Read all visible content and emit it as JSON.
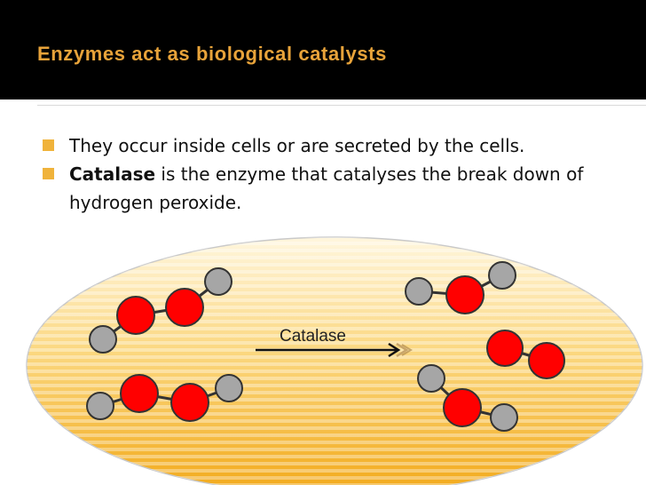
{
  "slide": {
    "title": "Enzymes act as biological catalysts",
    "bullets": [
      {
        "text": "They occur inside cells or are secreted by the cells."
      },
      {
        "bold_prefix": "Catalase",
        "text": " is the enzyme that catalyses the break down of hydrogen peroxide."
      }
    ]
  },
  "diagram": {
    "reaction_label": "Catalase",
    "colors": {
      "title": "#e8a33a",
      "bullet_marker": "#f0b33b",
      "oxygen_atom": "#ff0000",
      "hydrogen_atom": "#a6a6a6",
      "ellipse_light": "#fff1c8",
      "ellipse_dark": "#f2a91a"
    }
  }
}
